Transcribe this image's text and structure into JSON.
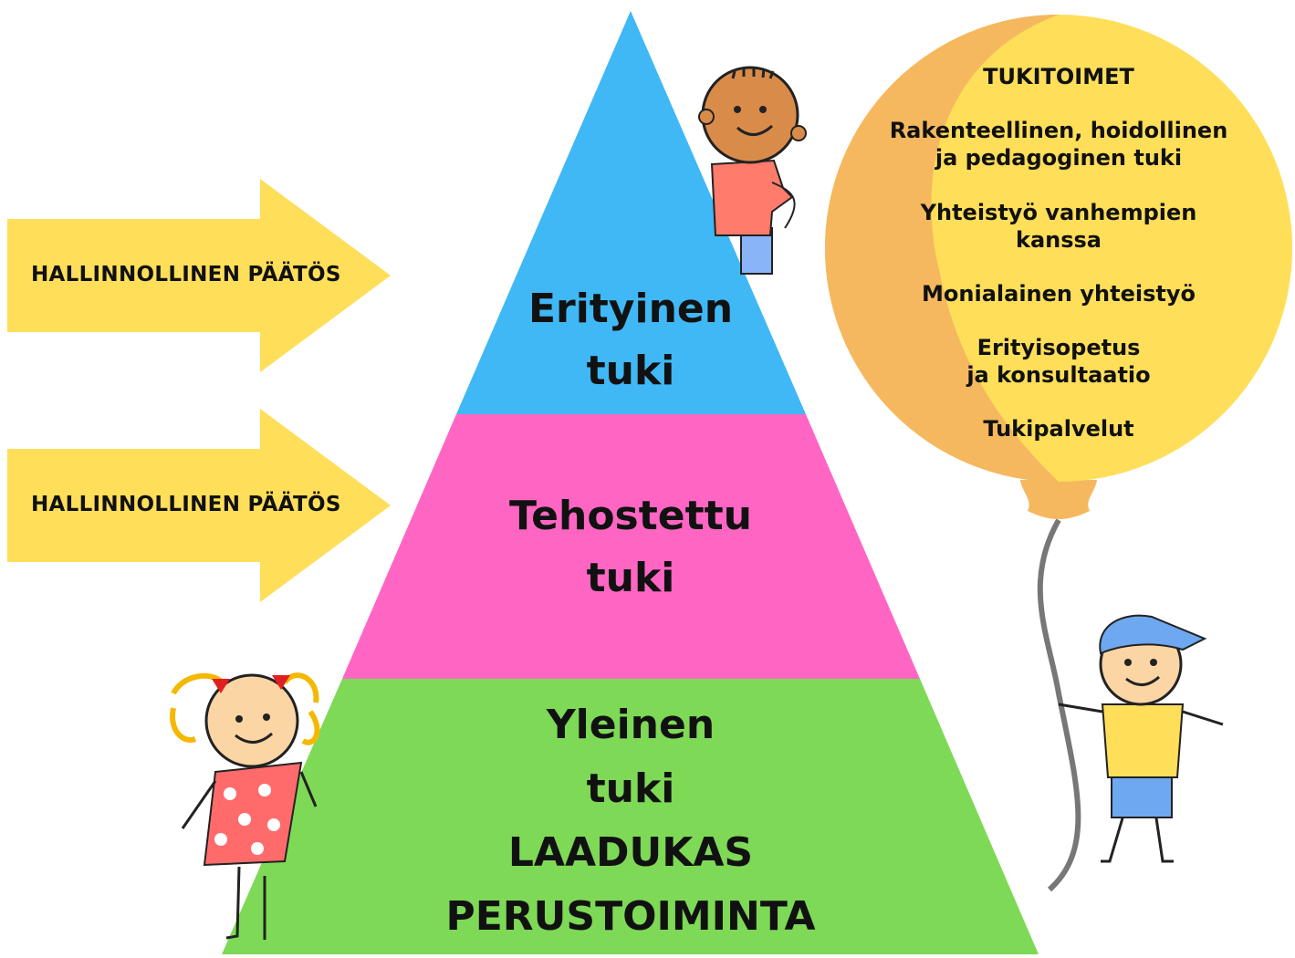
{
  "arrows": [
    {
      "label": "HALLINNOLLINEN PÄÄTÖS"
    },
    {
      "label": "HALLINNOLLINEN PÄÄTÖS"
    }
  ],
  "pyramid": {
    "top": {
      "line1": "Erityinen",
      "line2": "tuki",
      "color": "#3fb8f5"
    },
    "middle": {
      "line1": "Tehostettu",
      "line2": "tuki",
      "color": "#ff66c4"
    },
    "bottom": {
      "line1": "Yleinen",
      "line2": "tuki",
      "line3": "LAADUKAS",
      "line4": "PERUSTOIMINTA",
      "color": "#7ed957"
    }
  },
  "balloon": {
    "title": "TUKITOIMET",
    "items": [
      {
        "line1": "Rakenteellinen, hoidollinen",
        "line2": "ja pedagoginen tuki"
      },
      {
        "line1": "Yhteistyö vanhempien",
        "line2": "kanssa"
      },
      {
        "line1": "Monialainen yhteistyö",
        "line2": ""
      },
      {
        "line1": "Erityisopetus",
        "line2": "ja konsultaatio"
      },
      {
        "line1": "Tukipalvelut",
        "line2": ""
      }
    ],
    "color_main": "#ffde59",
    "color_shade": "#f5b85f"
  },
  "colors": {
    "arrow": "#ffde59"
  }
}
